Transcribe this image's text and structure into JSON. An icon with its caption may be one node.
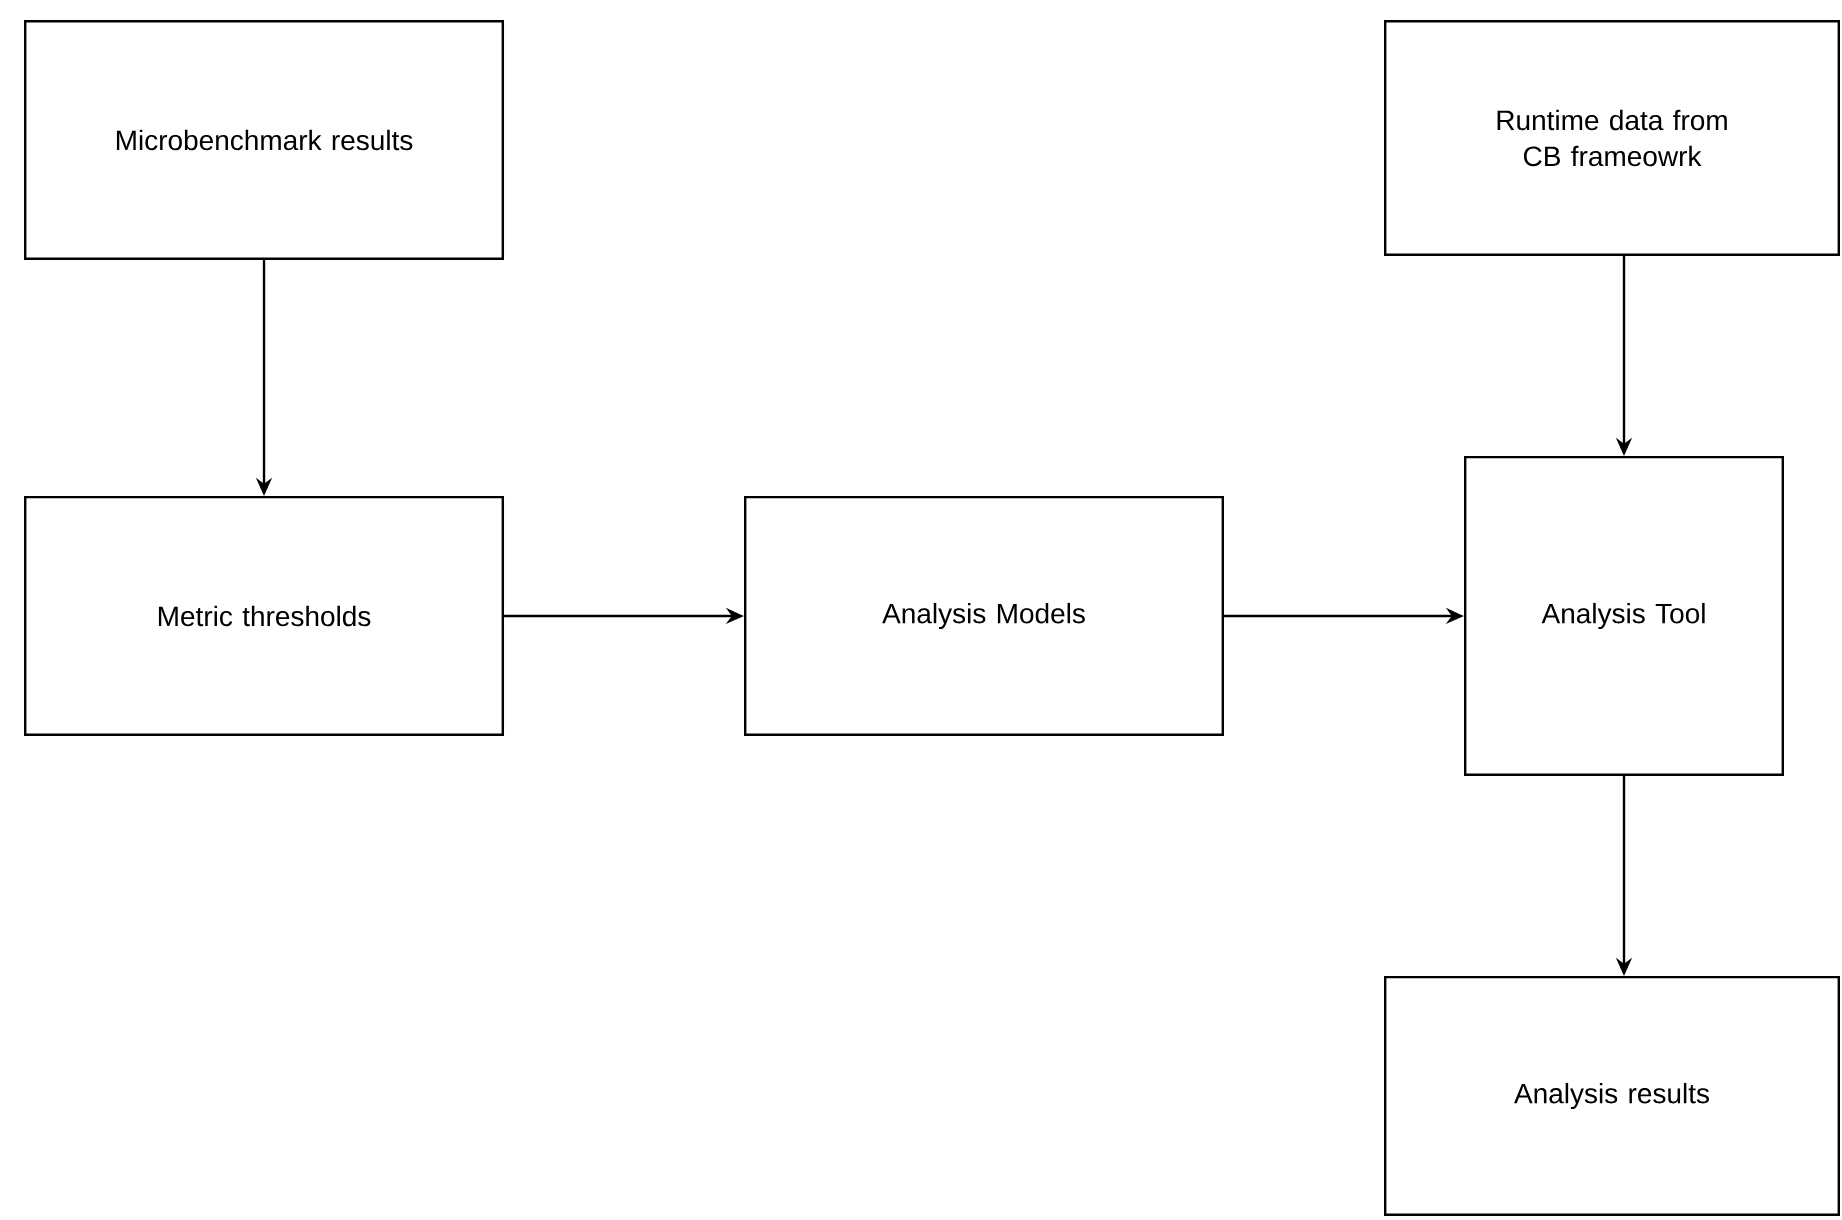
{
  "diagram": {
    "nodes": [
      {
        "text": [
          "Microbenchmark results"
        ]
      },
      {
        "text": [
          "Runtime data from CB frameowrk"
        ]
      },
      {
        "text": [
          "Metric thresholds"
        ]
      },
      {
        "text": [
          "Analysis Models"
        ]
      },
      {
        "text": [
          "Analysis Tool"
        ]
      },
      {
        "text": [
          "Analysis results"
        ]
      }
    ],
    "edges": [
      {
        "from": 0,
        "to": 2,
        "arrow": "to"
      },
      {
        "from": 1,
        "to": 4,
        "arrow": "to"
      },
      {
        "from": 2,
        "to": 3,
        "arrow": "to"
      },
      {
        "from": 3,
        "to": 4,
        "arrow": "to"
      },
      {
        "from": 4,
        "to": 5,
        "arrow": "to"
      }
    ]
  }
}
